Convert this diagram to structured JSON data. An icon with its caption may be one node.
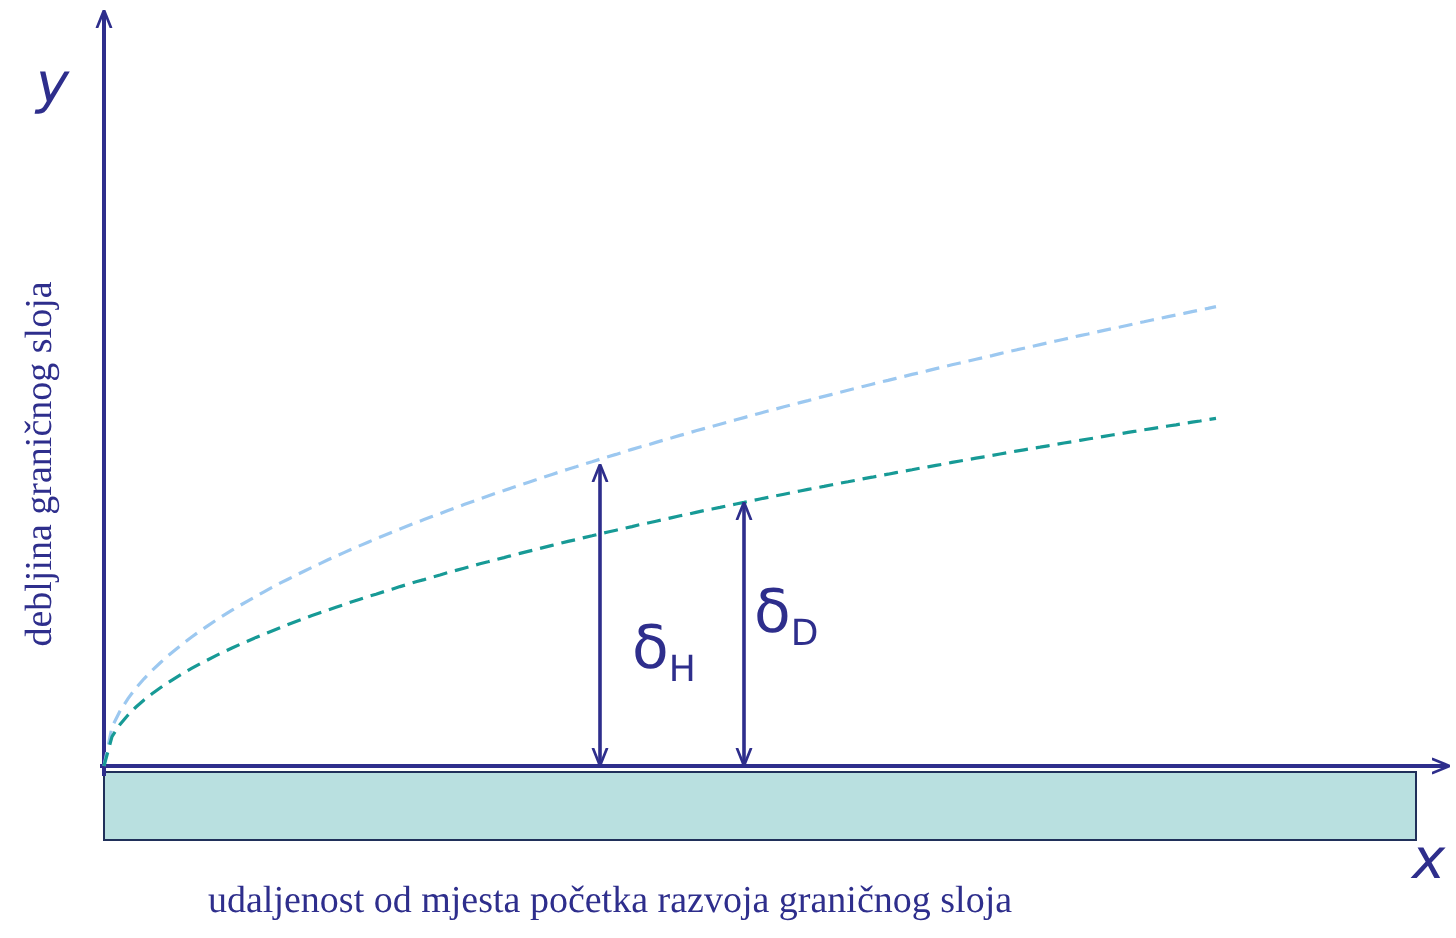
{
  "diagram": {
    "nodes": [
      {
        "text": [],
        "shape": "bar"
      }
    ],
    "labels": [
      "y",
      "debljina graničnog sloja",
      "δ$_{H}$",
      "δ$_{D}$",
      "x",
      "udaljenost od mjesta početka razvoja graničnog sloja"
    ]
  }
}
